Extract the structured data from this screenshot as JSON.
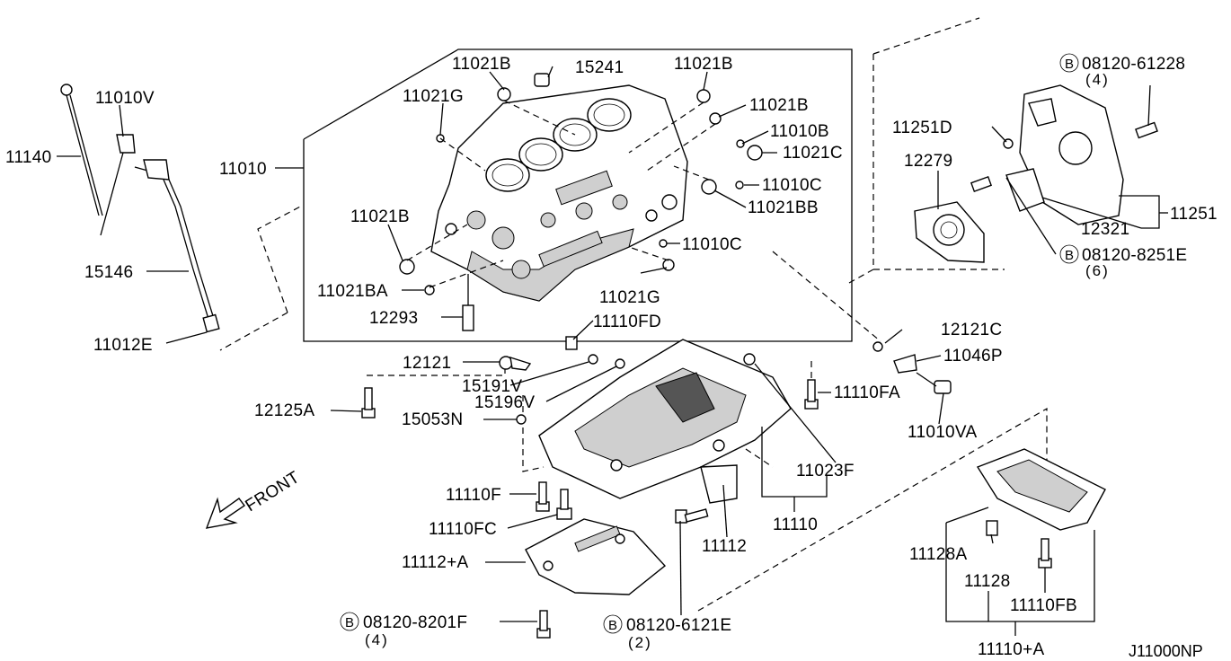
{
  "diagram_code": "J11000NP",
  "front_label": "FRONT",
  "bolt_symbol": "B",
  "labels": {
    "p11140": "11140",
    "p11010V": "11010V",
    "p15146": "15146",
    "p11012E": "11012E",
    "p11010": "11010",
    "p11021B_a": "11021B",
    "p15241": "15241",
    "p11021B_b": "11021B",
    "p11021G_a": "11021G",
    "p11021B_c": "11021B",
    "p11010B": "11010B",
    "p11021C": "11021C",
    "p11010C_a": "11010C",
    "p11021BB": "11021BB",
    "p11021B_d": "11021B",
    "p11010C_b": "11010C",
    "p11021BA": "11021BA",
    "p11021G_b": "11021G",
    "p12293": "12293",
    "p11110FD": "11110FD",
    "p12121": "12121",
    "p15191V": "15191V",
    "p15196V": "15196V",
    "p12125A": "12125A",
    "p15053N": "15053N",
    "p11110FA": "11110FA",
    "p11010VA": "11010VA",
    "p12121C": "12121C",
    "p11046P": "11046P",
    "p11023F": "11023F",
    "p11110F": "11110F",
    "p11110FC": "11110FC",
    "p11112": "11112",
    "p11110": "11110",
    "p11112A": "11112+A",
    "p11251D": "11251D",
    "p12279": "12279",
    "p12321": "12321",
    "p11251": "11251",
    "p11128A": "11128A",
    "p11128": "11128",
    "p11110FB": "11110FB",
    "p11110A": "11110+A"
  },
  "bolt_refs": [
    {
      "code": "08120-61228",
      "qty": "(4)"
    },
    {
      "code": "08120-8251E",
      "qty": "(6)"
    },
    {
      "code": "08120-8201F",
      "qty": "(4)"
    },
    {
      "code": "08120-6121E",
      "qty": "(2)"
    }
  ]
}
